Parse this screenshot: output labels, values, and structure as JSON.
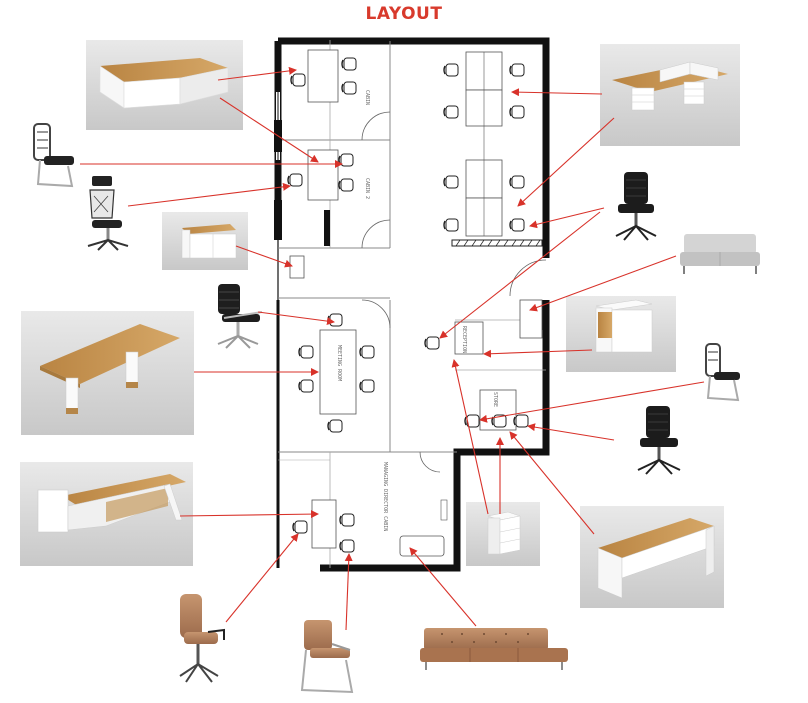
{
  "title": "LAYOUT",
  "colors": {
    "arrow": "#d8322a",
    "wall": "#111111",
    "wood": "#c9964e",
    "white_desk": "#f4f4f4",
    "black_chair": "#222222",
    "tan_leather": "#b88563"
  },
  "plan_labels": {
    "cabin_1": "CABIN",
    "cabin_2": "CABIN 2",
    "meeting": "MEETING ROOM",
    "manager": "MANAGING DIRECTOR CABIN",
    "reception": "RECEPTION",
    "store": "STORE"
  },
  "furniture_legend": [
    {
      "id": "l-desk",
      "icon": "l-shaped-desk-icon"
    },
    {
      "id": "cantilever-chair-1",
      "icon": "cantilever-chair-icon"
    },
    {
      "id": "mesh-chair-1",
      "icon": "mesh-office-chair-icon"
    },
    {
      "id": "side-cabinet",
      "icon": "side-cabinet-icon"
    },
    {
      "id": "conference-chair",
      "icon": "leather-conference-chair-icon"
    },
    {
      "id": "meeting-table",
      "icon": "meeting-table-icon"
    },
    {
      "id": "executive-desk",
      "icon": "executive-desk-icon"
    },
    {
      "id": "high-back-chair",
      "icon": "high-back-leather-chair-icon"
    },
    {
      "id": "visitor-chair",
      "icon": "visitor-chair-icon"
    },
    {
      "id": "leather-sofa",
      "icon": "leather-sofa-icon"
    },
    {
      "id": "workstation",
      "icon": "workstation-icon"
    },
    {
      "id": "task-chair-1",
      "icon": "task-chair-icon"
    },
    {
      "id": "fabric-sofa",
      "icon": "fabric-sofa-icon"
    },
    {
      "id": "reception-desk",
      "icon": "reception-desk-icon"
    },
    {
      "id": "cantilever-chair-2",
      "icon": "cantilever-chair-icon"
    },
    {
      "id": "task-chair-2",
      "icon": "task-chair-icon"
    },
    {
      "id": "pedestal",
      "icon": "mobile-pedestal-icon"
    },
    {
      "id": "straight-desk",
      "icon": "straight-desk-icon"
    }
  ]
}
